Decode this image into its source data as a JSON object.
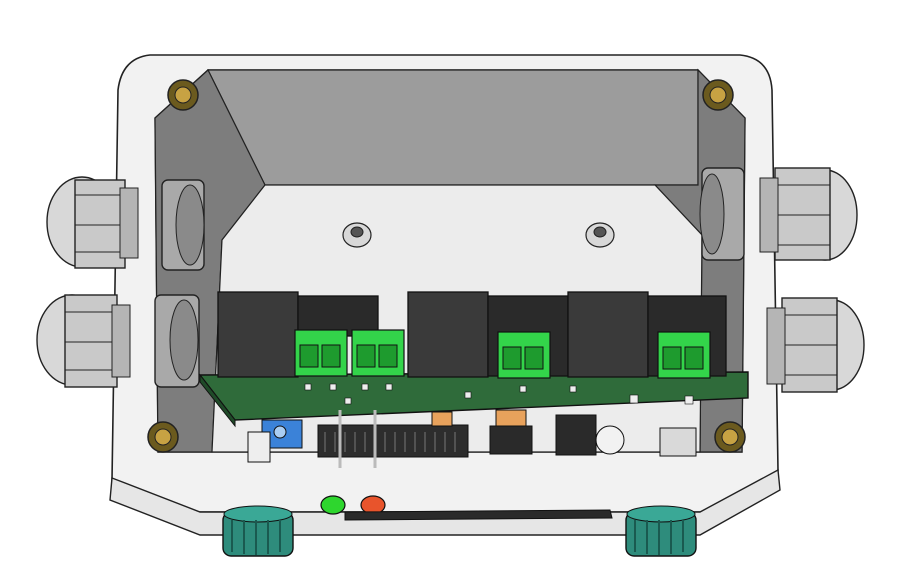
{
  "scene": {
    "subject": "enclosure-cad-render",
    "colors": {
      "background": "#ffffff",
      "enclosure_body": "#f2f2f2",
      "enclosure_wall": "#9a9a9a",
      "enclosure_floor": "#ececec",
      "gland": "#c9c9c9",
      "pcb": "#2f6b3a",
      "relay": "#3a3a3a",
      "terminal_block": "#33d44a",
      "brass_insert": "#6b5a1e",
      "knob": "#2e8c7c",
      "led_green": "#2ed62e",
      "led_red": "#e8542c",
      "trimmer": "#3b82d8",
      "capacitor": "#e8a25c"
    },
    "counts": {
      "relays": 6,
      "terminal_blocks": 4,
      "cable_glands": 6,
      "mounting_holes": 4,
      "knobs": 2,
      "leds": 2
    }
  }
}
